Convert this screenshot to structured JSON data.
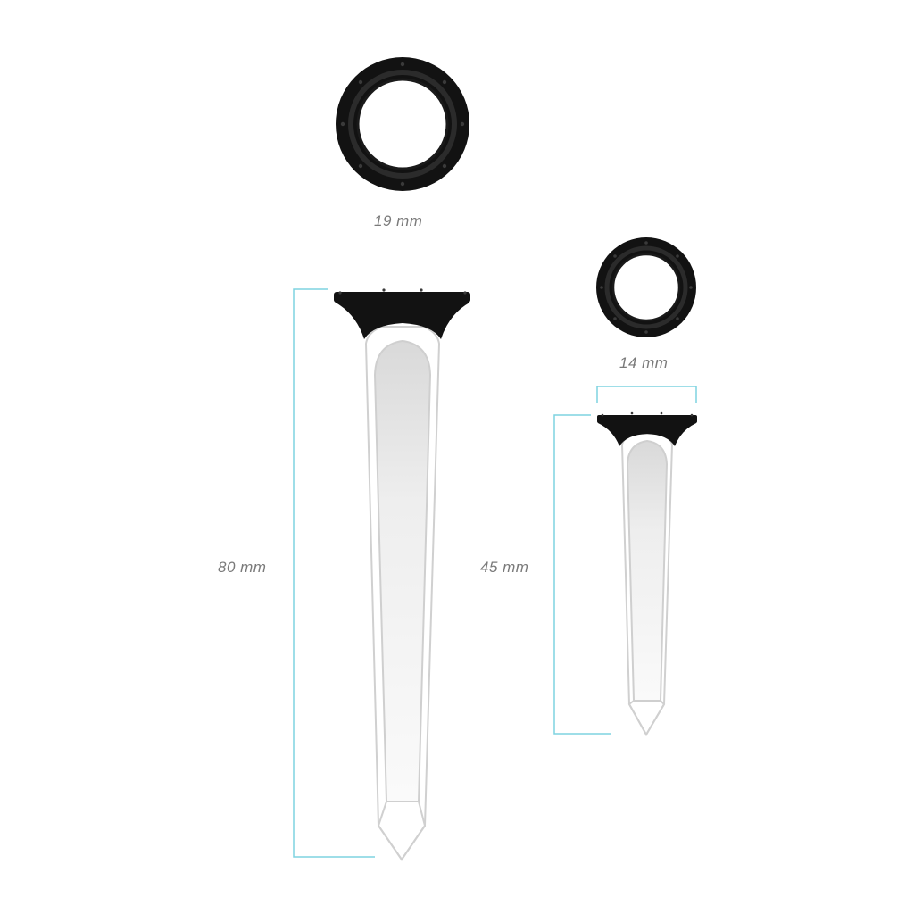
{
  "colors": {
    "head": "#121212",
    "head_ring": "#2b2b2b",
    "stud": "#3a3a3a",
    "shaft_fill": "#ffffff",
    "shaft_inner": "#e6e6e6",
    "shaft_outline": "#d0d0d0",
    "dimension_line": "#7fd3e0",
    "label_text": "#7a7a7a"
  },
  "tees": [
    {
      "id": "large",
      "diameter_label": "19 mm",
      "height_label": "80 mm"
    },
    {
      "id": "small",
      "diameter_label": "14 mm",
      "height_label": "45 mm"
    }
  ]
}
